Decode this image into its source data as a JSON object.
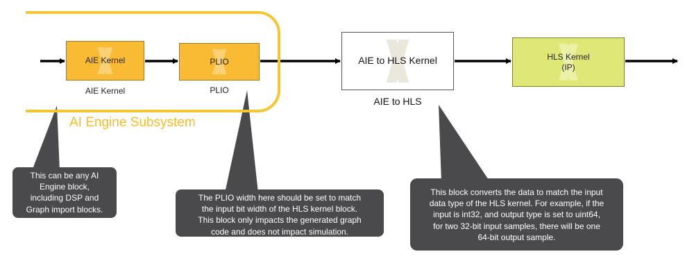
{
  "subsystem": {
    "label": "AI Engine Subsystem"
  },
  "blocks": {
    "aie_kernel": {
      "label": "AIE Kernel",
      "caption": "AIE Kernel"
    },
    "plio": {
      "label": "PLIO",
      "caption": "PLIO"
    },
    "aie_to_hls": {
      "label": "AIE to HLS Kernel",
      "caption": "AIE to HLS"
    },
    "hls_kernel": {
      "label_line1": "HLS Kernel",
      "label_line2": "(IP)"
    }
  },
  "callouts": {
    "aie_block_note": {
      "lines": [
        "This can be any AI",
        "Engine block,",
        "including DSP and",
        "Graph import blocks."
      ]
    },
    "plio_note": {
      "lines": [
        "The PLIO width here should be set to match",
        "the input bit width of the HLS kernel block.",
        "This block only impacts the generated graph",
        "code and does not impact simulation."
      ]
    },
    "converter_note": {
      "lines": [
        "This block converts the data to match the input",
        "data type of the HLS kernel. For example, if the",
        "input is int32, and output type is set to uint64,",
        "for two 32-bit input samples, there will be one",
        "64-bit output sample."
      ]
    }
  },
  "colors": {
    "subsystem_border": "#f4c534",
    "aie_block_fill": "#f9bb34",
    "hls_block_fill": "#dfe776",
    "callout_fill": "#4a4a4d"
  }
}
